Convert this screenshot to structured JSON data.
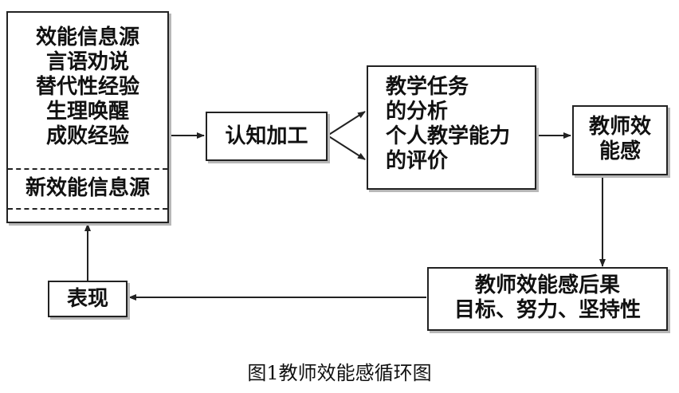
{
  "sources_box": {
    "lines": [
      "效能信息源",
      "言语劝说",
      "替代性经验",
      "生理唤醒",
      "成败经验"
    ],
    "new_source": "新效能信息源"
  },
  "cognitive_box": {
    "label": "认知加工"
  },
  "analysis_box": {
    "lines": [
      "教学任务",
      "的分析",
      "个人教学能力",
      "的评价"
    ]
  },
  "efficacy_box": {
    "lines": [
      "教师效",
      "能感"
    ]
  },
  "consequence_box": {
    "lines": [
      "教师效能感后果",
      "目标、努力、坚持性"
    ]
  },
  "performance_box": {
    "label": "表现"
  },
  "caption": "图1教师效能感循环图"
}
